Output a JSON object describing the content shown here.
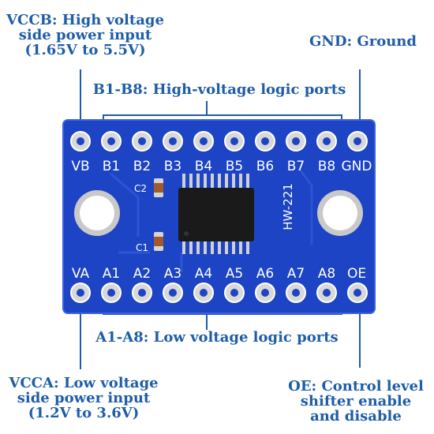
{
  "callouts": {
    "vccb": [
      "VCCB: High voltage",
      "side power input",
      "(1.65V to 5.5V)"
    ],
    "gnd": [
      "GND: Ground"
    ],
    "b_ports": [
      "B1-B8: High-voltage logic ports"
    ],
    "a_ports": [
      "A1-A8: Low voltage logic ports"
    ],
    "vcca": [
      "VCCA: Low voltage",
      "side power input",
      "(1.2V to 3.6V)"
    ],
    "oe": [
      "OE: Control level",
      "shifter enable",
      "and disable"
    ]
  },
  "board": {
    "top_labels": [
      "VB",
      "B1",
      "B2",
      "B3",
      "B4",
      "B5",
      "B6",
      "B7",
      "B8",
      "GND"
    ],
    "bottom_labels": [
      "VA",
      "A1",
      "A2",
      "A3",
      "A4",
      "A5",
      "A6",
      "A7",
      "A8",
      "OE"
    ],
    "chip_marking": "HW-221",
    "cap_labels": [
      "C2",
      "C1"
    ]
  },
  "colors": {
    "callout_text": "#1f5da8",
    "pcb": "#1c44c4",
    "silkscreen": "#ffffff",
    "pad": "#d8d8d8",
    "chip": "#1a1a1a"
  }
}
